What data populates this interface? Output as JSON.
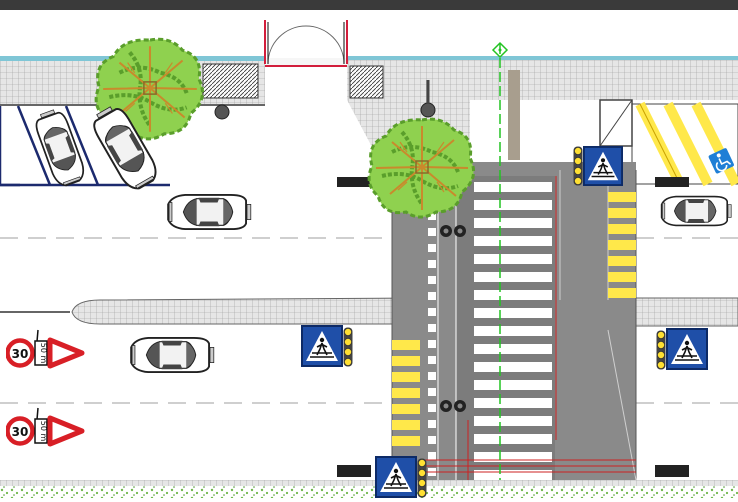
{
  "plan": {
    "colors": {
      "top_bar": "#3a3a3a",
      "asphalt": "#ffffff",
      "paving": "#e6e6e6",
      "paving_grid": "#9a9a9a",
      "crossing_asphalt": "#8a8a8a",
      "zebra": "#ffffff",
      "tactile_yellow": "#ffe84a",
      "sign_blue": "#1f4fa8",
      "parking_line": "#1c2a6e",
      "tree_green": "#7bc142",
      "tree_dark": "#5a9e2b",
      "tree_branch": "#c98a2c",
      "gate_red": "#d21e3c",
      "axis_green": "#22c322",
      "dim_red": "#cc2222",
      "grass_green": "#6fb84a"
    },
    "speed_signs": [
      {
        "speed": "30",
        "distance": "50 m"
      },
      {
        "speed": "30",
        "distance": "50 m"
      }
    ],
    "icons": {
      "pedestrian_sign": "pedestrian-crossing-sign-icon",
      "warning_light": "warning-light-icon",
      "disabled_parking": "wheelchair-icon",
      "car": "car-icon",
      "bicycle": "bicycle-icon",
      "tree": "tree-icon",
      "lamp": "street-lamp-icon"
    }
  }
}
